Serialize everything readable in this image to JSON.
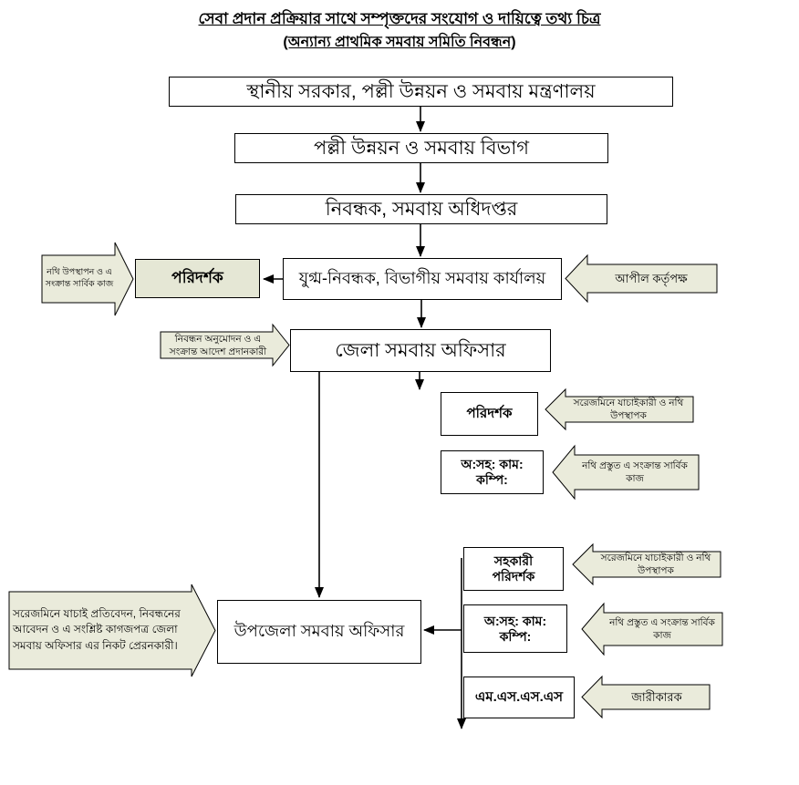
{
  "title": "সেবা প্রদান প্রক্রিয়ার সাথে সম্পৃক্তদের সংযোগ ও দায়িত্বে তথ্য চিত্র",
  "subtitle": "(অন্যান্য প্রাথমিক সমবায় সমিতি নিবন্ধন)",
  "colors": {
    "box_fill": "#ffffff",
    "shaded_box_fill": "#e5e7d5",
    "callout_fill": "#eaebdb",
    "line_color": "#000000",
    "text_color": "#000000"
  },
  "nodes": {
    "ministry": "স্থানীয় সরকার, পল্লী উন্নয়ন ও সমবায় মন্ত্রণালয়",
    "division": "পল্লী উন্নয়ন ও সমবায় বিভাগ",
    "registrar": "নিবন্ধক, সমবায় অধিদপ্তর",
    "joint_registrar": "যুগ্ম-নিবন্ধক, বিভাগীয় সমবায় কার্যালয়",
    "inspector_divisional": "পরিদর্শক",
    "district_officer": "জেলা সমবায় অফিসার",
    "inspector_district": "পরিদর্শক",
    "office_asst_district": "অ:সহ: কাম:\nকম্পি:",
    "assistant_inspector": "সহকারী\nপরিদর্শক",
    "upazila_officer": "উপজেলা সমবায় অফিসার",
    "office_asst_upazila": "অ:সহ: কাম:\nকম্পি:",
    "mss": "এম.এস.এস.এস"
  },
  "callouts": {
    "doc_presentation": "নথি উপস্থাপন ও এ সংক্রান্ত সার্বিক কাজ",
    "appeal_authority": "আপীল কর্তৃপক্ষ",
    "registration_approval": "নিবন্ধন অনুমোদন ও এ সংক্রান্ত আদেশ প্রদানকারী",
    "field_verifier_district": "সরেজমিনে যাচাইকারী ও নথি উপস্থাপক",
    "doc_preparation_district": "নথি প্রস্তুত এ সংক্রান্ত সার্বিক কাজ",
    "field_verifier_upazila": "সরেজমিনে যাচাইকারী ও নথি উপস্থাপক",
    "sender_to_district": "সরেজমিনে যাচাই প্রতিবেদন, নিবন্ধনের আবেদন ও এ সংশ্লিষ্ট কাগজপত্র জেলা সমবায় অফিসার এর নিকট প্রেরনকারী।",
    "doc_preparation_upazila": "নথি প্রস্তুত এ সংক্রান্ত সার্বিক কাজ",
    "issuer": "জারীকারক"
  }
}
